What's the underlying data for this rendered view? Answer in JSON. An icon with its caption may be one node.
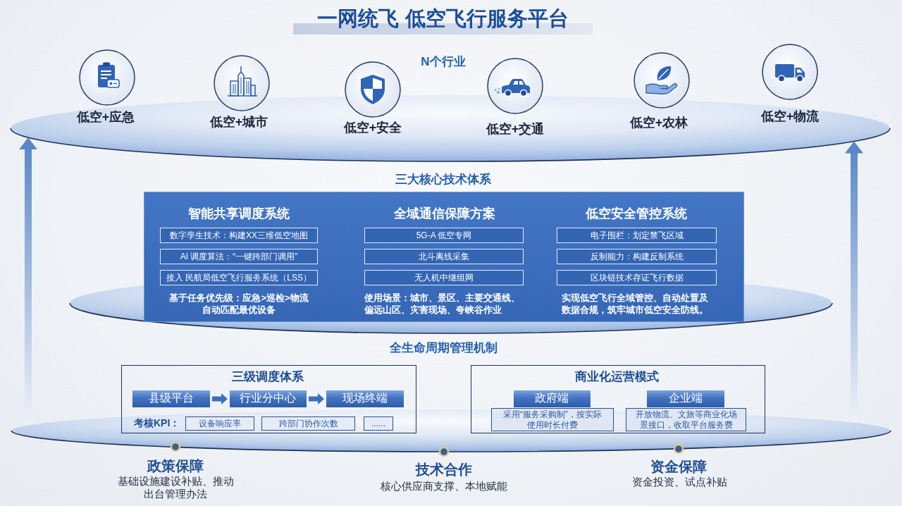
{
  "diagram": {
    "title": "一网统飞 低空飞行服务平台",
    "nodes": [
      {
        "text": [],
        "shape": "ellipse",
        "beside": [
          "N个行业"
        ]
      },
      {
        "text": [
          "智能共享调度系统",
          "全域通信保障方案",
          "低空安全管控系统",
          "基于任务优先级：应急>巡检>物流自动匹配最优设备",
          "使用场景：城市、景区、主要交通线、偏远山区、灾害现场、夸峡谷作业",
          "实现低空飞行全域管控、自动处置及数据合规，筑牢城市低空安全防线。"
        ],
        "beside": [
          "三大核心技术体系"
        ]
      },
      {
        "text": [
          "数字孪生技术：构建XX三维低空地图"
        ],
        "in": 1
      },
      {
        "text": [
          "5G-A 低空专网"
        ],
        "in": 1
      },
      {
        "text": [
          "电子围栏：划定禁飞区域"
        ],
        "in": 1
      },
      {
        "text": [
          "AI 调度算法：“一键跨部门调用”"
        ],
        "in": 1
      },
      {
        "text": [
          "北斗离线采集"
        ],
        "in": 1
      },
      {
        "text": [
          "反制能力：构建反制系统"
        ],
        "in": 1
      },
      {
        "text": [
          "接入 民航局低空飞行服务系统（LSS）"
        ],
        "in": 1
      },
      {
        "text": [
          "无人机中继组网"
        ],
        "in": 1
      },
      {
        "text": [
          "区块链技术存证飞行数据"
        ],
        "in": 1
      },
      {
        "text": [],
        "shape": "ellipse"
      },
      {
        "text": [
          "三级调度体系"
        ]
      },
      {
        "text": [
          "县级平台"
        ],
        "in": 12
      },
      {
        "text": [
          "行业分中心"
        ],
        "in": 12
      },
      {
        "text": [
          "现场终端"
        ],
        "in": 12
      },
      {
        "text": [
          "设备响应率"
        ]
      },
      {
        "text": [
          "跨部门协作次数"
        ]
      },
      {
        "text": [
          "......"
        ]
      },
      {
        "text": [
          "商业化运营模式"
        ]
      },
      {
        "text": [
          "政府端"
        ],
        "in": 19
      },
      {
        "text": [
          "企业端"
        ],
        "in": 19
      },
      {
        "text": [
          "采用“服务采购制”，按实际使用时长付费"
        ]
      },
      {
        "text": [
          "开放物流、文旅等商业化场景接口，收取平台服务费"
        ]
      }
    ],
    "edges": [
      {
        "from": 11,
        "to": 0,
        "arrow": "to"
      },
      {
        "from": 11,
        "to": 0,
        "arrow": "to"
      },
      {
        "from": 13,
        "to": 14,
        "arrow": "to"
      },
      {
        "from": 14,
        "to": 15,
        "arrow": "to"
      }
    ],
    "labels": [
      "低空+应急",
      "低空+城市",
      "低空+安全",
      "低空+交通",
      "低空+农林",
      "低空+物流",
      "全生命周期管理机制",
      "考核KPI：",
      "政策保障",
      "基础设施建设补贴、推动出台管理办法",
      "技术合作",
      "核心供应商支撑、本地赋能",
      "资金保障",
      "资金投资、试点补贴"
    ]
  }
}
